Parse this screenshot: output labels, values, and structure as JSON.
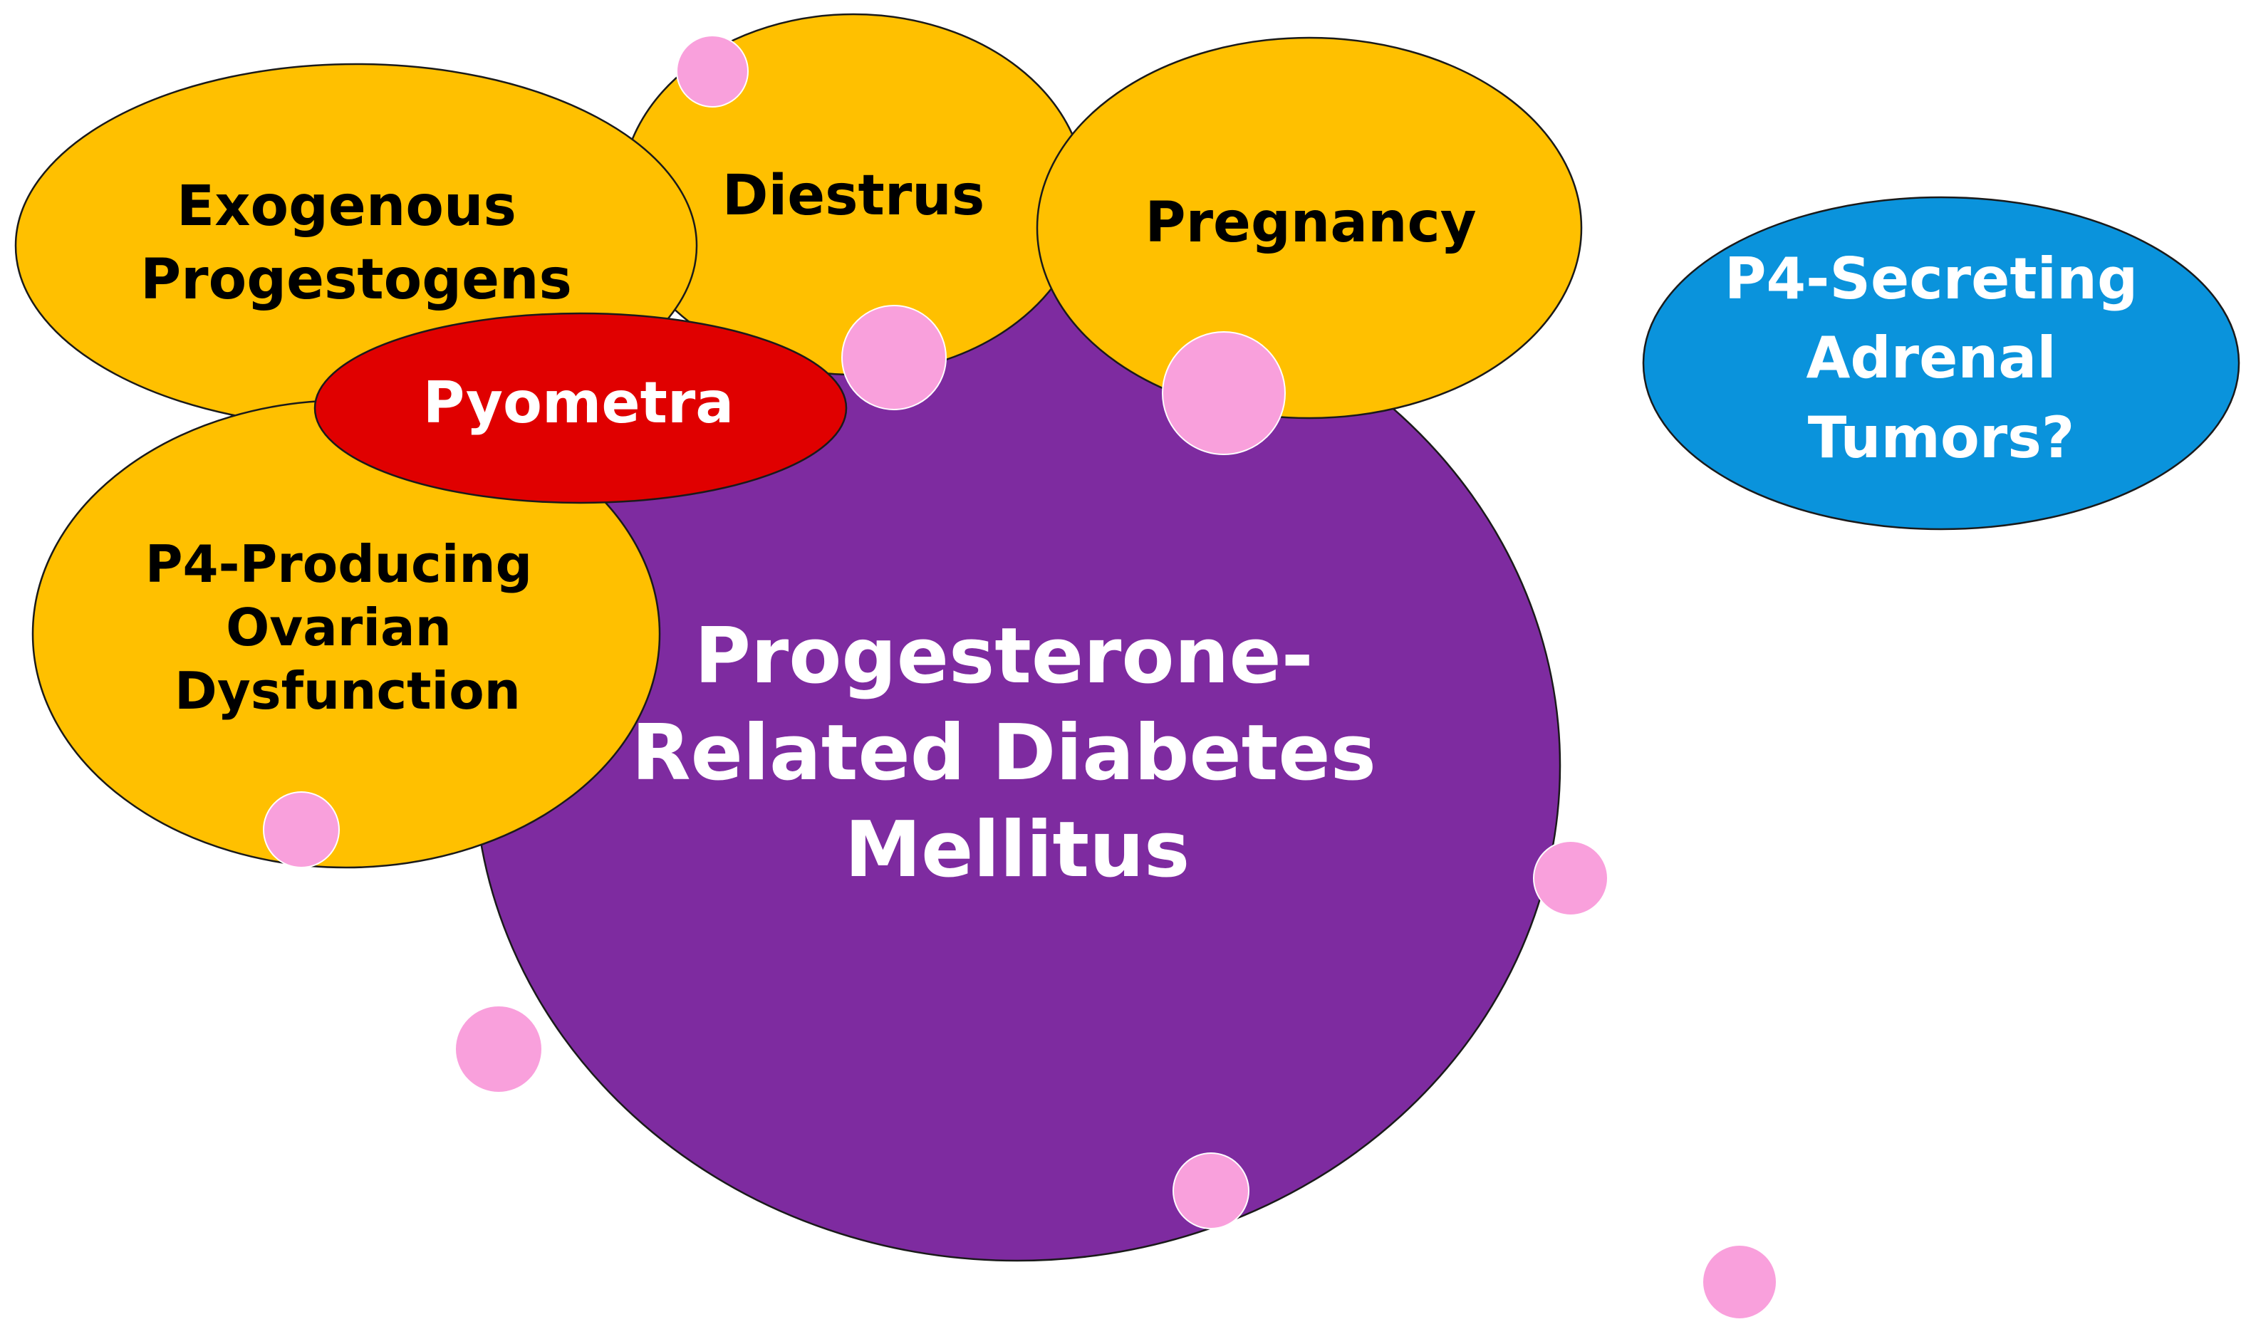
{
  "colors": {
    "purple": "#7e2ba0",
    "orange": "#ffc000",
    "red": "#e00000",
    "blue": "#0a93dc",
    "pink": "#f9a0dc"
  },
  "nodes": {
    "center": {
      "lines": [
        "Progesterone-",
        "Related Diabetes",
        "Mellitus"
      ]
    },
    "exogenous": {
      "lines": [
        "Exogenous",
        "Progestogens"
      ]
    },
    "diestrus": {
      "lines": [
        "Diestrus"
      ]
    },
    "pregnancy": {
      "lines": [
        "Pregnancy"
      ]
    },
    "ovarian": {
      "lines": [
        "P4-Producing",
        "Ovarian",
        "Dysfunction"
      ]
    },
    "pyometra": {
      "lines": [
        "Pyometra"
      ]
    },
    "adrenal": {
      "lines": [
        "P4-Secreting",
        "Adrenal",
        "Tumors?"
      ]
    }
  }
}
